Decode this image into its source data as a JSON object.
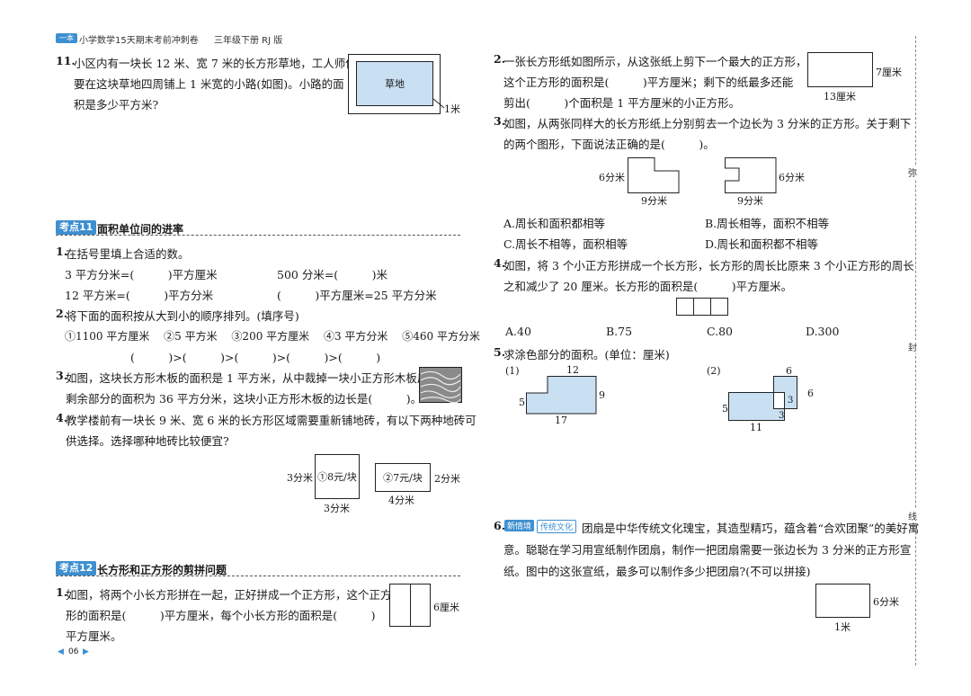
{
  "header": {
    "tag": "一本",
    "title": "小学数学15天期末考前冲刺卷",
    "grade": "三年级下册 RJ 版"
  },
  "footer": {
    "page": "06"
  },
  "margin_chars": [
    "弥",
    "封",
    "线"
  ],
  "left": {
    "q11": {
      "num": "11.",
      "l1": "小区内有一块长 12 米、宽 7 米的长方形草地，工人师傅",
      "l2": "要在这块草地四周铺上 1 米宽的小路(如图)。小路的面",
      "l3": "积是多少平方米?",
      "fig_grass": "草地",
      "fig_path": "1米"
    },
    "sec11": {
      "tag": "考点11",
      "title": "面积单位间的进率"
    },
    "s11q1": {
      "num": "1.",
      "text": "在括号里填上合适的数。",
      "a": "3 平方分米=(　　　)平方厘米",
      "b": "500 分米=(　　　)米",
      "c": "12 平方米=(　　　)平方分米",
      "d": "(　　　)平方厘米=25 平方分米"
    },
    "s11q2": {
      "num": "2.",
      "text": "将下面的面积按从大到小的顺序排列。(填序号)",
      "opts": "①1100 平方厘米　 ②5 平方米　 ③200 平方厘米　 ④3 平方分米　 ⑤460 平方分米",
      "order": "(　　　)>(　　　)>(　　　)>(　　　)>(　　　)"
    },
    "s11q3": {
      "num": "3.",
      "l1": "如图，这块长方形木板的面积是 1 平方米，从中裁掉一块小正方形木板后，",
      "l2": "剩余部分的面积为 36 平方分米，这块小正方形木板的边长是(　　　)。"
    },
    "s11q4": {
      "num": "4.",
      "l1": "教学楼前有一块长 9 米、宽 6 米的长方形区域需要重新铺地砖，有以下两种地砖可",
      "l2": "供选择。选择哪种地砖比较便宜?",
      "tile1": "①8元/块",
      "tile1_side": "3分米",
      "tile1_bottom": "3分米",
      "tile2": "②7元/块",
      "tile2_side": "2分米",
      "tile2_bottom": "4分米"
    },
    "sec12": {
      "tag": "考点12",
      "title": "长方形和正方形的剪拼问题"
    },
    "s12q1": {
      "num": "1.",
      "l1": "如图，将两个小长方形拼在一起，正好拼成一个正方形，这个正方",
      "l2": "形的面积是(　　　)平方厘米，每个小长方形的面积是(　　　)",
      "l3": "平方厘米。",
      "fig_label": "6厘米"
    }
  },
  "right": {
    "q2": {
      "num": "2.",
      "l1": "一张长方形纸如图所示，从这张纸上剪下一个最大的正方形，",
      "l2": "这个正方形的面积是(　　　)平方厘米；剩下的纸最多还能",
      "l3": "剪出(　　　)个面积是 1 平方厘米的小正方形。",
      "fig_side": "7厘米",
      "fig_bottom": "13厘米"
    },
    "q3": {
      "num": "3.",
      "l1": "如图，从两张同样大的长方形纸上分别剪去一个边长为 3 分米的正方形。关于剩下",
      "l2": "的两个图形，下面说法正确的是(　　　)。",
      "f1_side": "6分米",
      "f1_bottom": "9分米",
      "f2_side": "6分米",
      "f2_bottom": "9分米",
      "A": "A.周长和面积都相等",
      "B": "B.周长相等，面积不相等",
      "C": "C.周长不相等，面积相等",
      "D": "D.周长和面积都不相等"
    },
    "q4": {
      "num": "4.",
      "l1": "如图，将 3 个小正方形拼成一个长方形，长方形的周长比原来 3 个小正方形的周长",
      "l2": "之和减少了 20 厘米。长方形的面积是(　　　)平方厘米。",
      "A": "A.40",
      "B": "B.75",
      "C": "C.80",
      "D": "D.300"
    },
    "q5": {
      "num": "5.",
      "text": "求涂色部分的面积。(单位：厘米)",
      "p1": "(1)",
      "p1_top": "12",
      "p1_left": "5",
      "p1_right": "9",
      "p1_bottom": "17",
      "p2": "(2)",
      "p2_top": "6",
      "p2_right": "6",
      "p2_left": "5",
      "p2_bottom": "11",
      "p2_in1": "3",
      "p2_in2": "3"
    },
    "q6": {
      "num": "6.",
      "badge1": "新情境",
      "badge2": "传统文化",
      "l1": "团扇是中华传统文化瑰宝，其造型精巧，蕴含着“合欢团聚”的美好寓",
      "l2": "意。聪聪在学习用宣纸制作团扇，制作一把团扇需要一张边长为 3 分米的正方形宣",
      "l3": "纸。图中的这张宣纸，最多可以制作多少把团扇?(不可以拼接)",
      "fig_side": "6分米",
      "fig_bottom": "1米"
    }
  }
}
